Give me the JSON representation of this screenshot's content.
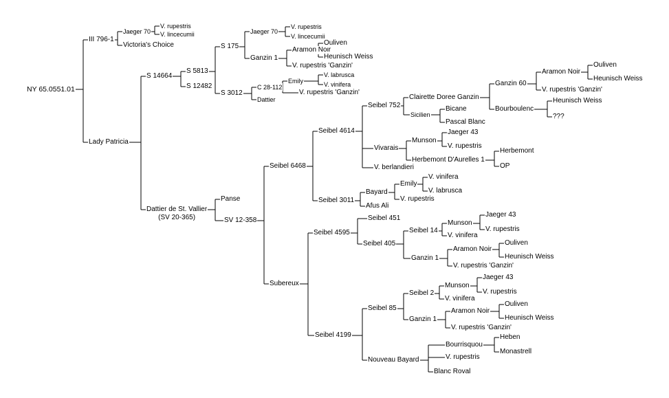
{
  "diagram": {
    "type": "pedigree",
    "root": {
      "id": "n1",
      "label": "NY 65.0551.01",
      "children": [
        {
          "id": "n2",
          "label": "III 796-1",
          "children": [
            {
              "id": "n3",
              "label": "Jaeger 70",
              "children": [
                {
                  "id": "n4",
                  "label": "V. rupestris"
                },
                {
                  "id": "n5",
                  "label": "V. lincecumii"
                }
              ]
            },
            {
              "id": "n6",
              "label": "Victoria's Choice"
            }
          ]
        },
        {
          "id": "n7",
          "label": "Lady Patricia",
          "children": [
            {
              "id": "n8",
              "label": "S 14664",
              "children": [
                {
                  "id": "n9",
                  "label": "S 5813",
                  "children": [
                    {
                      "id": "n10",
                      "label": "S 175",
                      "children": [
                        {
                          "id": "n11",
                          "label": "Jaeger 70",
                          "children": [
                            {
                              "id": "n12",
                              "label": "V. rupestris"
                            },
                            {
                              "id": "n13",
                              "label": "V. lincecumii"
                            }
                          ]
                        },
                        {
                          "id": "n14",
                          "label": "Ganzin 1",
                          "children": [
                            {
                              "id": "n15",
                              "label": "Aramon Noir",
                              "children": [
                                {
                                  "id": "n16",
                                  "label": "Ouliven"
                                },
                                {
                                  "id": "n17",
                                  "label": "Heunisch Weiss"
                                }
                              ]
                            },
                            {
                              "id": "n18",
                              "label": "V. rupestris 'Ganzin'"
                            }
                          ]
                        }
                      ]
                    },
                    {
                      "id": "n19",
                      "label": "S 3012",
                      "children": [
                        {
                          "id": "n20",
                          "label": "C 28-112",
                          "children": [
                            {
                              "id": "n21",
                              "label": "Emily",
                              "children": [
                                {
                                  "id": "n22",
                                  "label": "V. labrusca"
                                },
                                {
                                  "id": "n23",
                                  "label": "V. vinifera"
                                }
                              ]
                            },
                            {
                              "id": "n24",
                              "label": "V. rupestris 'Ganzin'"
                            }
                          ]
                        },
                        {
                          "id": "n25",
                          "label": "Dattier"
                        }
                      ]
                    }
                  ]
                },
                {
                  "id": "n26",
                  "label": "S 12482"
                }
              ]
            },
            {
              "id": "n27",
              "label": "Dattier de St. Vallier\n(SV 20-365)",
              "children": [
                {
                  "id": "n28",
                  "label": "Panse"
                },
                {
                  "id": "n29",
                  "label": "SV 12-358",
                  "children": [
                    {
                      "id": "n30",
                      "label": "Seibel 6468",
                      "children": [
                        {
                          "id": "n31",
                          "label": "Seibel 4614",
                          "children": [
                            {
                              "id": "n32",
                              "label": "Seibel 752",
                              "children": [
                                {
                                  "id": "n33",
                                  "label": "Clairette Doree Ganzin",
                                  "children": [
                                    {
                                      "id": "n34",
                                      "label": "Ganzin 60",
                                      "children": [
                                        {
                                          "id": "n35",
                                          "label": "Aramon Noir",
                                          "children": [
                                            {
                                              "id": "n36",
                                              "label": "Ouliven"
                                            },
                                            {
                                              "id": "n37",
                                              "label": "Heunisch Weiss"
                                            }
                                          ]
                                        },
                                        {
                                          "id": "n38",
                                          "label": "V. rupestris 'Ganzin'"
                                        }
                                      ]
                                    },
                                    {
                                      "id": "n39",
                                      "label": "Bourboulenc",
                                      "children": [
                                        {
                                          "id": "n40",
                                          "label": "Heunisch Weiss"
                                        },
                                        {
                                          "id": "n41",
                                          "label": "???"
                                        }
                                      ]
                                    }
                                  ]
                                },
                                {
                                  "id": "n42",
                                  "label": "Sicilien",
                                  "children": [
                                    {
                                      "id": "n43",
                                      "label": "Bicane"
                                    },
                                    {
                                      "id": "n44",
                                      "label": "Pascal Blanc"
                                    }
                                  ]
                                }
                              ]
                            },
                            {
                              "id": "n45",
                              "label": "Vivarais",
                              "children": [
                                {
                                  "id": "n46",
                                  "label": "Munson",
                                  "children": [
                                    {
                                      "id": "n47",
                                      "label": "Jaeger 43"
                                    },
                                    {
                                      "id": "n48",
                                      "label": "V. rupestris"
                                    }
                                  ]
                                },
                                {
                                  "id": "n49",
                                  "label": "Herbemont D'Aurelles 1",
                                  "children": [
                                    {
                                      "id": "n50",
                                      "label": "Herbemont"
                                    },
                                    {
                                      "id": "n51",
                                      "label": "OP"
                                    }
                                  ]
                                }
                              ]
                            },
                            {
                              "id": "n52",
                              "label": "V. berlandieri"
                            }
                          ]
                        },
                        {
                          "id": "n53",
                          "label": "Seibel 3011",
                          "children": [
                            {
                              "id": "n54",
                              "label": "Bayard",
                              "children": [
                                {
                                  "id": "n55",
                                  "label": "Emily",
                                  "children": [
                                    {
                                      "id": "n56",
                                      "label": "V. vinifera"
                                    },
                                    {
                                      "id": "n57",
                                      "label": "V. labrusca"
                                    }
                                  ]
                                },
                                {
                                  "id": "n58",
                                  "label": "V. rupestris"
                                }
                              ]
                            },
                            {
                              "id": "n59",
                              "label": "Afus Ali"
                            }
                          ]
                        }
                      ]
                    },
                    {
                      "id": "n60",
                      "label": "Subereux",
                      "children": [
                        {
                          "id": "n61",
                          "label": "Seibel 4595",
                          "children": [
                            {
                              "id": "n62",
                              "label": "Seibel 451"
                            },
                            {
                              "id": "n63",
                              "label": "Seibel 405",
                              "children": [
                                {
                                  "id": "n64",
                                  "label": "Seibel 14",
                                  "children": [
                                    {
                                      "id": "n65",
                                      "label": "Munson",
                                      "children": [
                                        {
                                          "id": "n66",
                                          "label": "Jaeger 43"
                                        },
                                        {
                                          "id": "n67",
                                          "label": "V. rupestris"
                                        }
                                      ]
                                    },
                                    {
                                      "id": "n68",
                                      "label": "V. vinifera"
                                    }
                                  ]
                                },
                                {
                                  "id": "n69",
                                  "label": "Ganzin 1",
                                  "children": [
                                    {
                                      "id": "n70",
                                      "label": "Aramon Noir",
                                      "children": [
                                        {
                                          "id": "n71",
                                          "label": "Ouliven"
                                        },
                                        {
                                          "id": "n72",
                                          "label": "Heunisch Weiss"
                                        }
                                      ]
                                    },
                                    {
                                      "id": "n73",
                                      "label": "V. rupestris 'Ganzin'"
                                    }
                                  ]
                                }
                              ]
                            }
                          ]
                        },
                        {
                          "id": "n74",
                          "label": "Seibel 4199",
                          "children": [
                            {
                              "id": "n75",
                              "label": "Seibel 85",
                              "children": [
                                {
                                  "id": "n76",
                                  "label": "Seibel 2",
                                  "children": [
                                    {
                                      "id": "n77",
                                      "label": "Munson",
                                      "children": [
                                        {
                                          "id": "n78",
                                          "label": "Jaeger 43"
                                        },
                                        {
                                          "id": "n79",
                                          "label": "V. rupestris"
                                        }
                                      ]
                                    },
                                    {
                                      "id": "n80",
                                      "label": "V. vinifera"
                                    }
                                  ]
                                },
                                {
                                  "id": "n81",
                                  "label": "Ganzin 1",
                                  "children": [
                                    {
                                      "id": "n82",
                                      "label": "Aramon Noir",
                                      "children": [
                                        {
                                          "id": "n83",
                                          "label": "Ouliven"
                                        },
                                        {
                                          "id": "n84",
                                          "label": "Heunisch Weiss"
                                        }
                                      ]
                                    },
                                    {
                                      "id": "n85",
                                      "label": "V. rupestris 'Ganzin'"
                                    }
                                  ]
                                }
                              ]
                            },
                            {
                              "id": "n86",
                              "label": "Nouveau Bayard",
                              "children": [
                                {
                                  "id": "n87",
                                  "label": "Bourrisquou",
                                  "children": [
                                    {
                                      "id": "n88",
                                      "label": "Heben"
                                    },
                                    {
                                      "id": "n89",
                                      "label": "Monastrell"
                                    }
                                  ]
                                },
                                {
                                  "id": "n90",
                                  "label": "V. rupestris"
                                },
                                {
                                  "id": "n91",
                                  "label": "Blanc Roval"
                                }
                              ]
                            }
                          ]
                        }
                      ]
                    }
                  ]
                }
              ]
            }
          ]
        }
      ]
    }
  }
}
